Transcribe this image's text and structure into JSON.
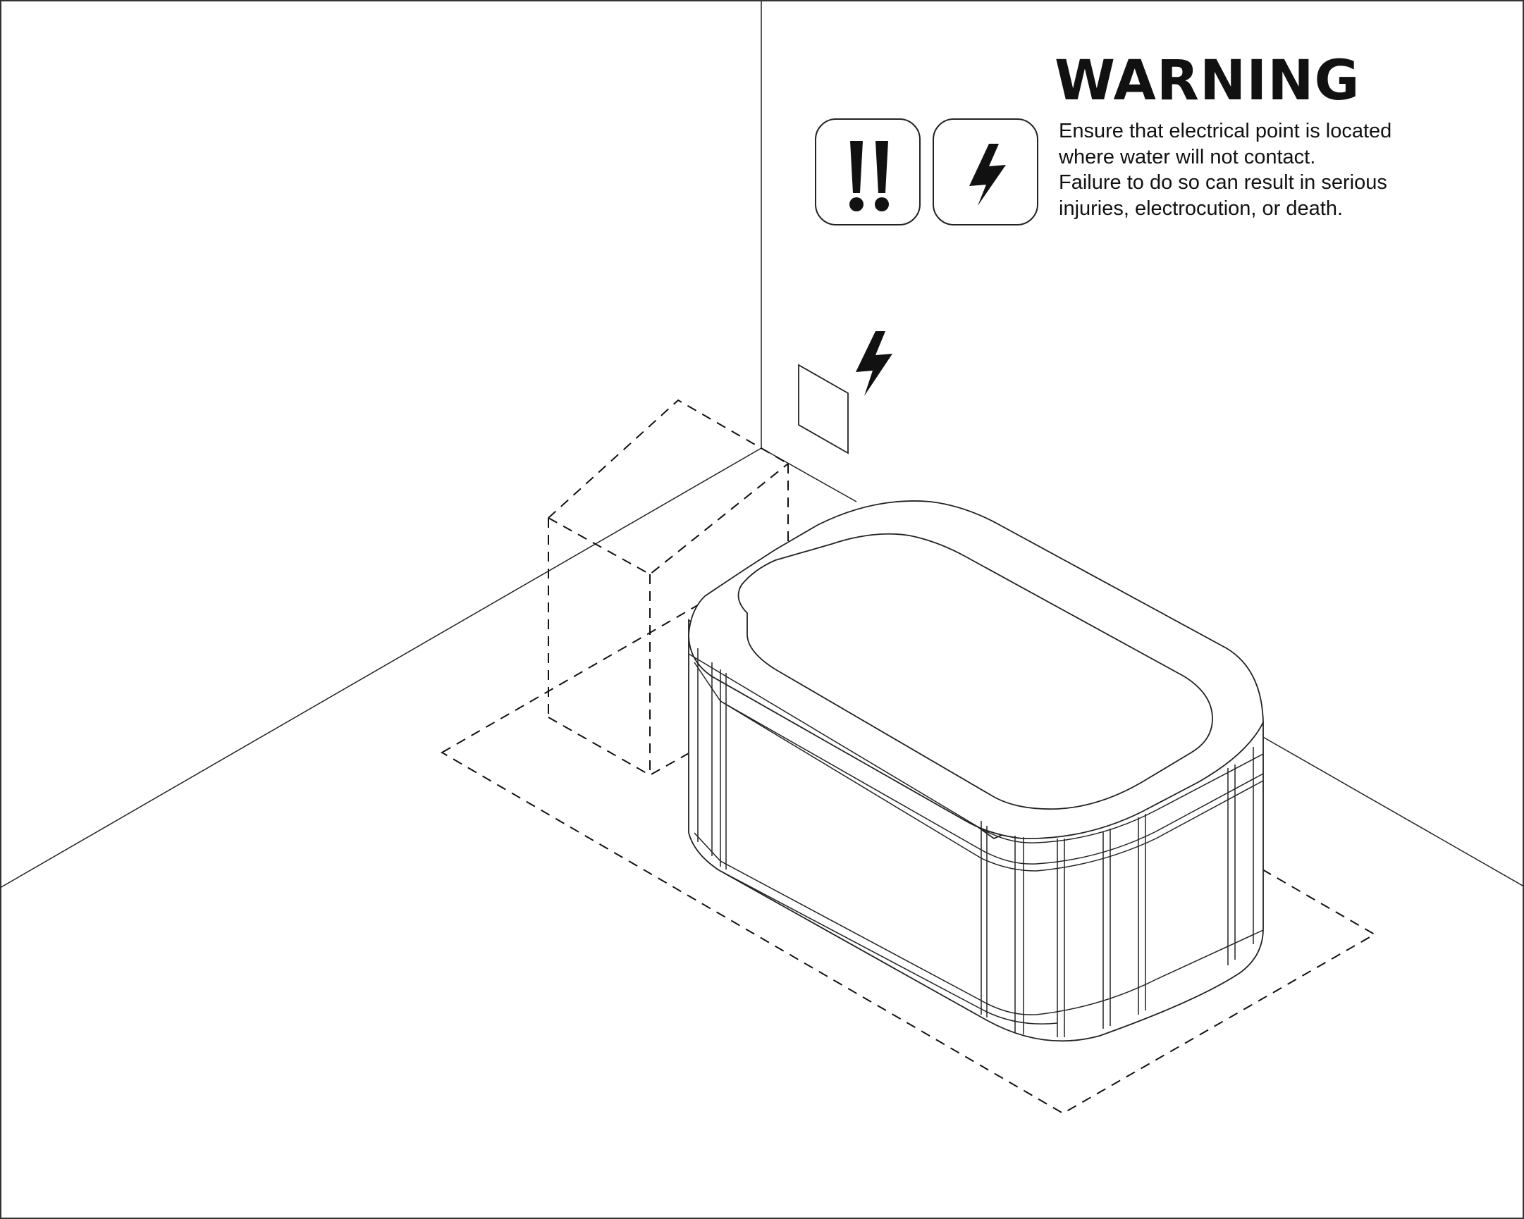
{
  "warning": {
    "title": "WARNING",
    "lines": [
      "Ensure that electrical point is located",
      "where water will not contact.",
      "Failure to do so can result in serious",
      "injuries, electrocution, or death."
    ]
  },
  "icons": {
    "caution": "double-exclamation-icon",
    "electric": "lightning-bolt-icon",
    "wall_electric": "lightning-bolt-icon",
    "outlet": "electrical-outlet-plate"
  },
  "colors": {
    "ink": "#111111",
    "background": "#ffffff"
  }
}
